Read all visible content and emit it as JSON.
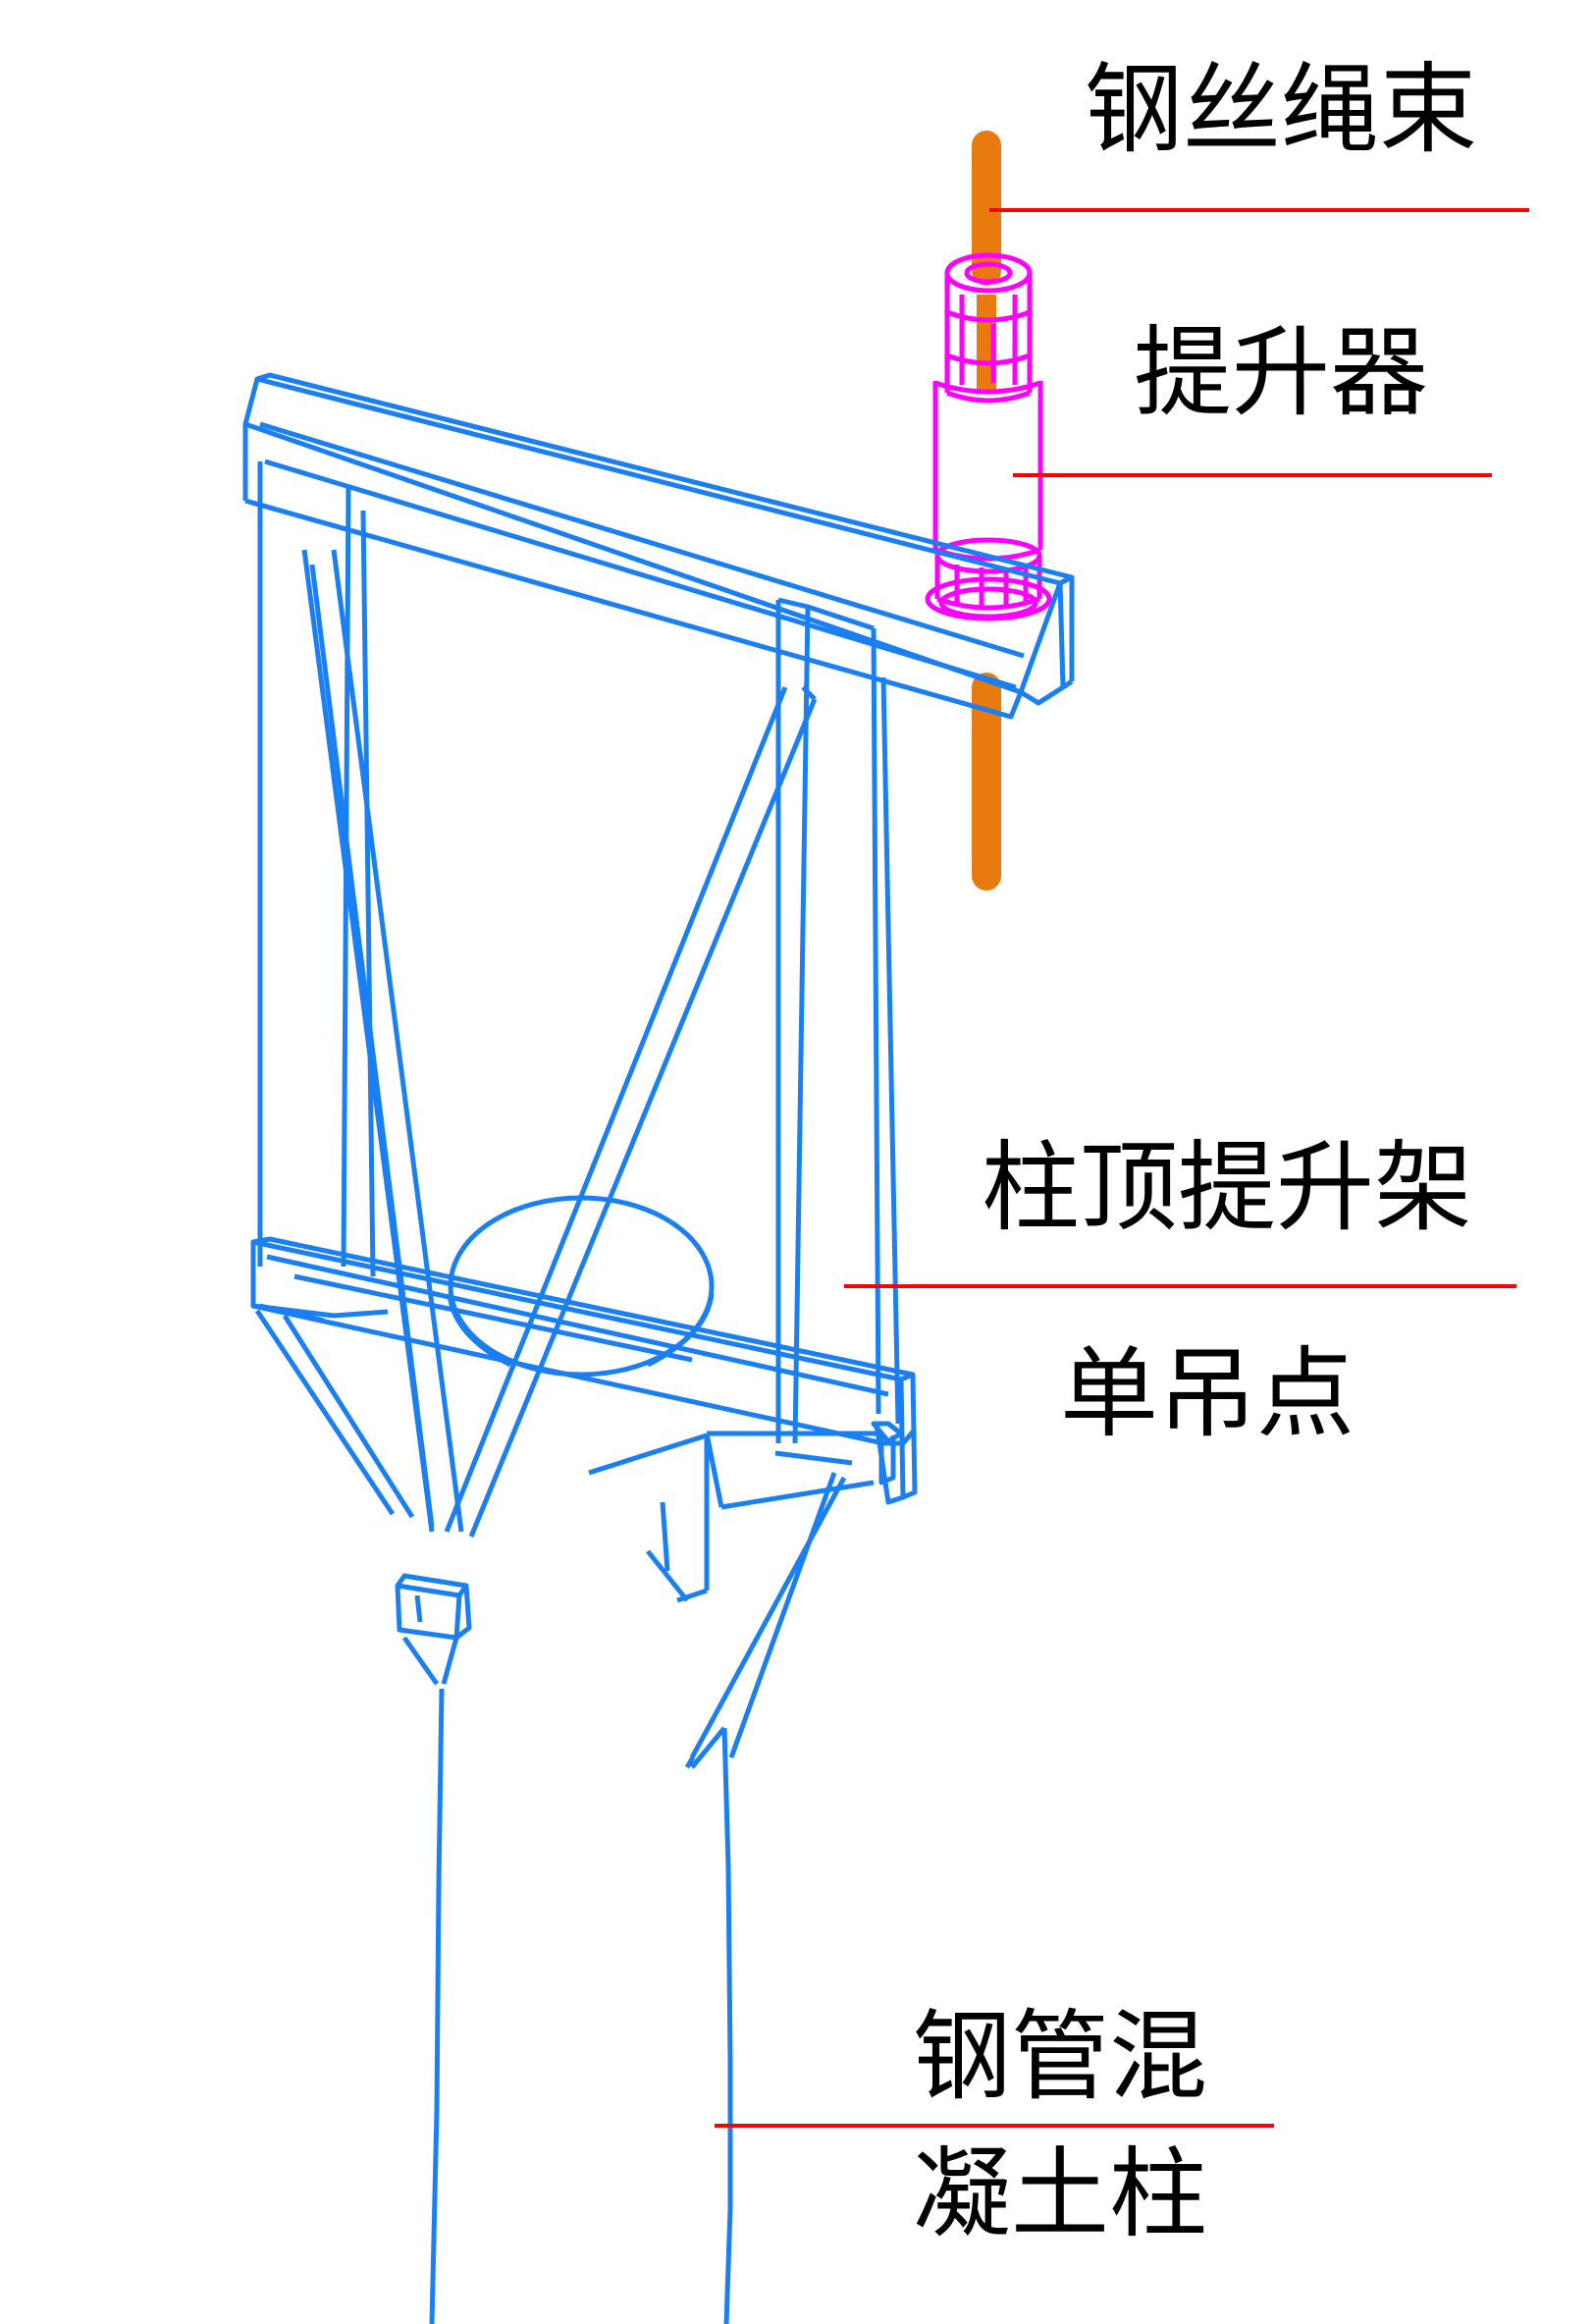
{
  "labels": {
    "wire_rope": "钢丝绳束",
    "lifter": "提升器",
    "lifting_frame": "柱顶提升架",
    "single_point": "单吊点",
    "column_line1": "钢管混",
    "column_line2": "凝土柱"
  },
  "colors": {
    "frame": "#1a7ff2",
    "lifter": "#ff00ff",
    "rope": "#e87a10",
    "leader": "#ff0000",
    "text": "#000000",
    "background": "#ffffff"
  }
}
